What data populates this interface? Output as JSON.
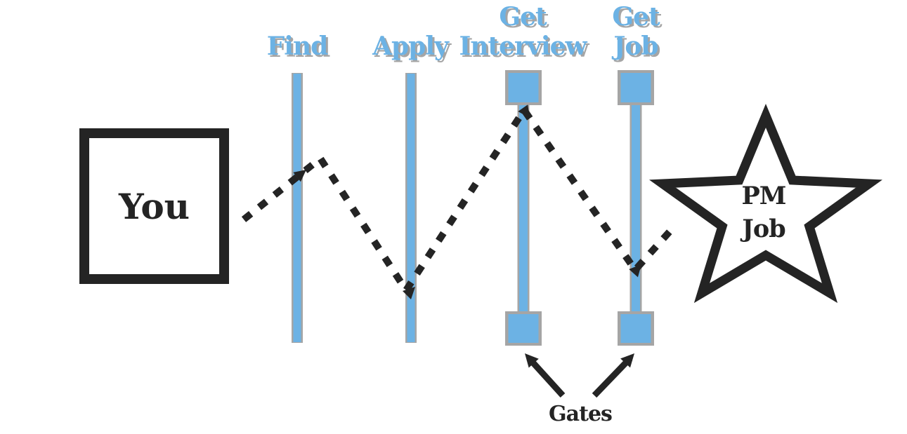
{
  "colors": {
    "accent_blue": "#6cb2e4",
    "shadow_gray": "#a5a5a5",
    "ink": "#242424",
    "background": "#ffffff"
  },
  "start": {
    "label": "You"
  },
  "gates": {
    "find": {
      "lines": [
        "Find"
      ]
    },
    "apply": {
      "lines": [
        "Apply"
      ]
    },
    "interview": {
      "lines": [
        "Get",
        "Interview"
      ]
    },
    "job": {
      "lines": [
        "Get",
        "Job"
      ]
    }
  },
  "goal": {
    "lines": [
      "PM",
      "Job"
    ]
  },
  "footnote": {
    "label": "Gates"
  }
}
